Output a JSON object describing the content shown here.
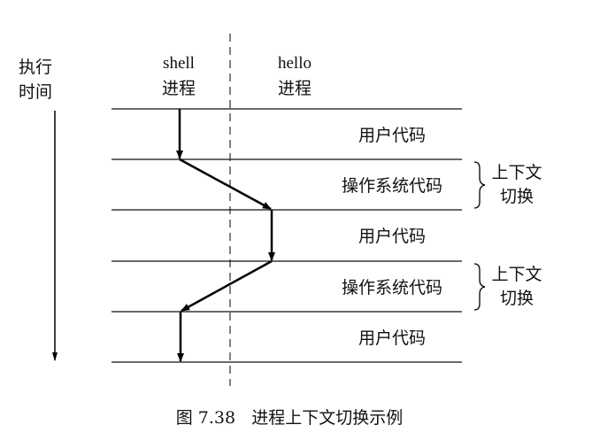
{
  "diagram": {
    "time_label": [
      "执行",
      "时间"
    ],
    "columns": [
      {
        "name": "shell",
        "sub": "进程"
      },
      {
        "name": "hello",
        "sub": "进程"
      }
    ],
    "rows": [
      "用户代码",
      "操作系统代码",
      "用户代码",
      "操作系统代码",
      "用户代码"
    ],
    "context_switch_label": [
      "上下文",
      "切换"
    ],
    "caption": "图 7.38   进程上下文切换示例"
  }
}
